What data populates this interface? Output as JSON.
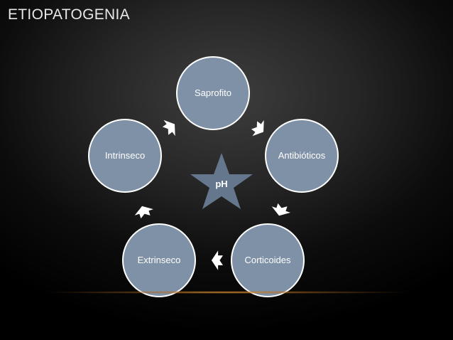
{
  "slide": {
    "title": "ETIOPATOGENIA"
  },
  "cycle": {
    "nodes": [
      {
        "label": "Saprofito"
      },
      {
        "label": "Antibióticos"
      },
      {
        "label": "Corticoides"
      },
      {
        "label": "Extrinseco"
      },
      {
        "label": "Intrinseco"
      }
    ],
    "center_label": "pH",
    "colors": {
      "node_fill": "#7f91a6",
      "node_border": "#ffffff",
      "star_fill": "#64778c",
      "arrow": "#ffffff"
    }
  }
}
